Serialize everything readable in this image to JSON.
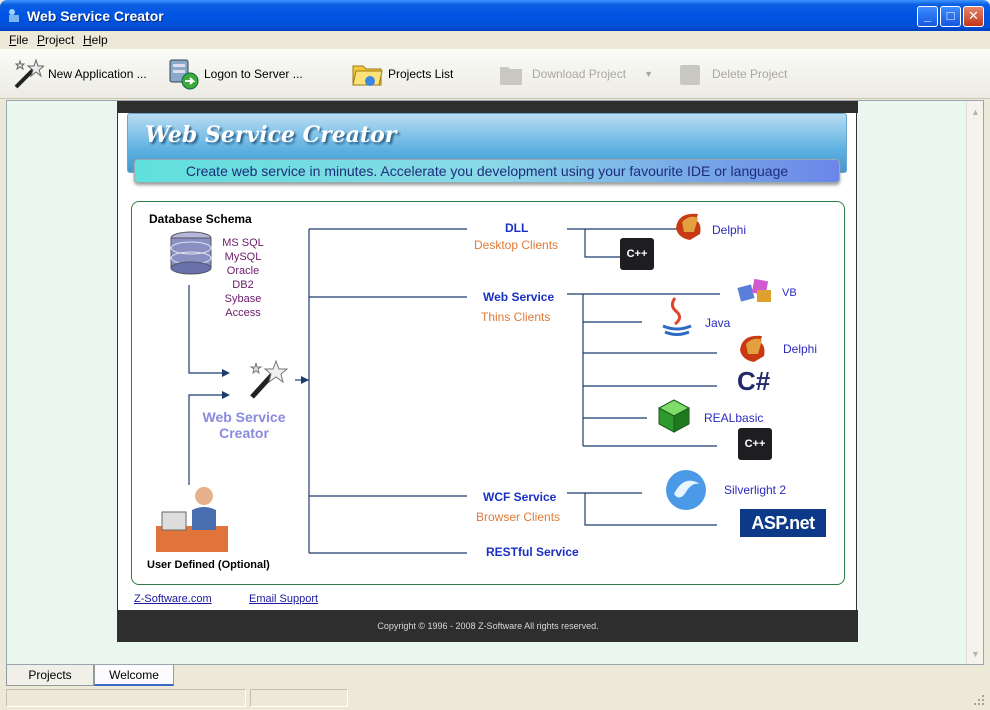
{
  "window": {
    "title": "Web Service Creator"
  },
  "menu": [
    "File",
    "Project",
    "Help"
  ],
  "toolbar": {
    "new_application": "New Application ...",
    "logon": "Logon to Server ...",
    "projects_list": "Projects List",
    "download_project": "Download Project",
    "delete_project": "Delete Project"
  },
  "welcome": {
    "banner_title": "Web Service Creator",
    "tagline": "Create web service in minutes. Accelerate you development using your favourite IDE or language",
    "schema_title": "Database Schema",
    "databases": [
      "MS SQL",
      "MySQL",
      "Oracle",
      "DB2",
      "Sybase",
      "Access"
    ],
    "center_label_1": "Web Service",
    "center_label_2": "Creator",
    "user_defined": "User Defined (Optional)",
    "dll": {
      "title": "DLL",
      "subtitle": "Desktop Clients",
      "targets": [
        "Delphi",
        "C++"
      ]
    },
    "web_service": {
      "title": "Web Service",
      "subtitle": "Thins Clients",
      "targets": [
        "VB",
        "Java",
        "Delphi",
        "C#",
        "REALbasic",
        "C++"
      ]
    },
    "wcf": {
      "title": "WCF Service",
      "subtitle": "Browser Clients",
      "targets": [
        "Silverlight 2",
        "ASP.net"
      ]
    },
    "restful": "RESTful Service",
    "links": {
      "site": "Z-Software.com",
      "support": "Email Support"
    },
    "copyright": "Copyright © 1996 - 2008 Z-Software All rights reserved."
  },
  "tabs": [
    "Projects",
    "Welcome"
  ],
  "colors": {
    "titlebar": "#0054e3",
    "accent_blue": "#1a2fc4",
    "accent_orange": "#e07a38"
  }
}
